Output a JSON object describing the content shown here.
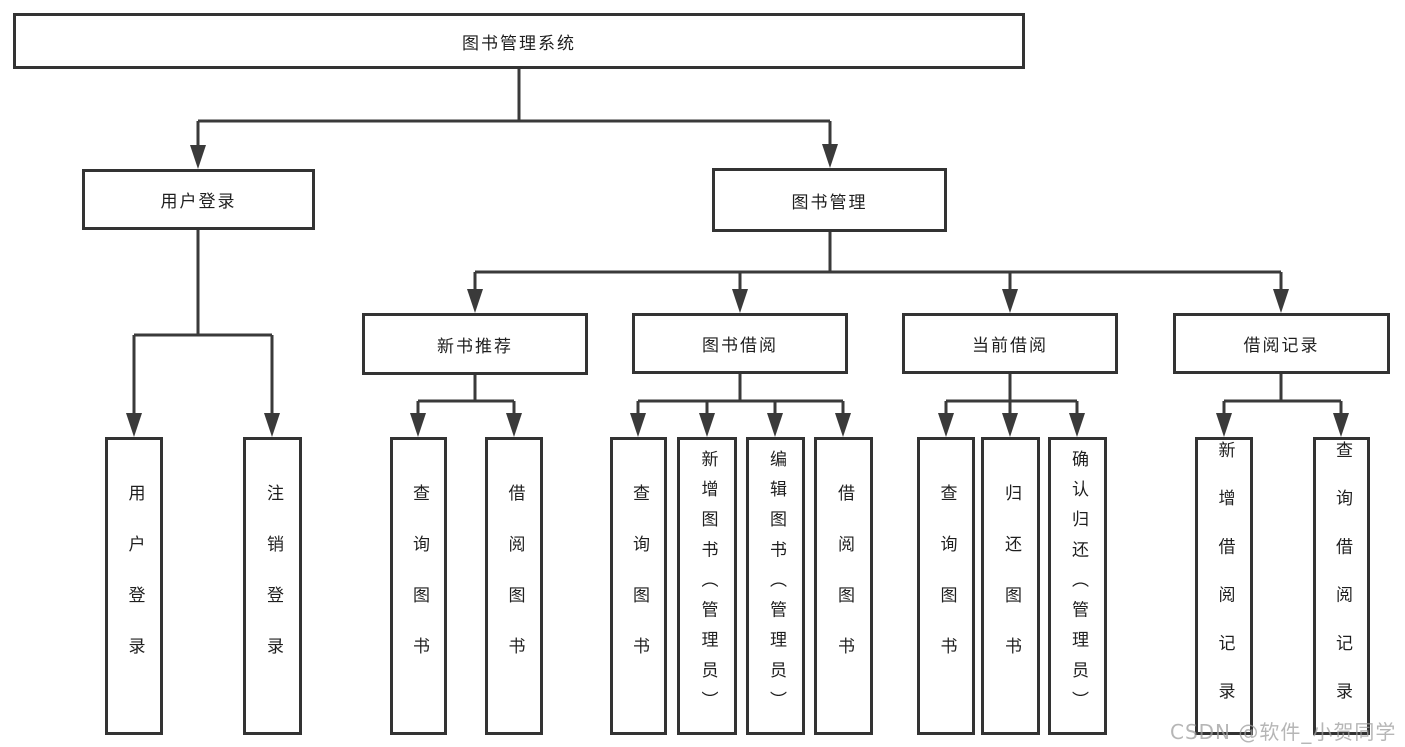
{
  "diagram": {
    "colors": {
      "line": "#3a3a3a",
      "box_border": "#333333",
      "text": "#1f1f1f",
      "watermark_text": "#9e9e9e",
      "background": "#ffffff"
    },
    "tree": {
      "root": {
        "label": "图书管理系统"
      },
      "branches": [
        {
          "label": "用户登录",
          "leaves": [
            {
              "label": "用户登录"
            },
            {
              "label": "注销登录"
            }
          ]
        },
        {
          "label": "图书管理",
          "groups": [
            {
              "label": "新书推荐",
              "leaves": [
                {
                  "label": "查询图书"
                },
                {
                  "label": "借阅图书"
                }
              ]
            },
            {
              "label": "图书借阅",
              "leaves": [
                {
                  "label": "查询图书"
                },
                {
                  "label": "新增图书（管理员）"
                },
                {
                  "label": "编辑图书（管理员）"
                },
                {
                  "label": "借阅图书"
                }
              ]
            },
            {
              "label": "当前借阅",
              "leaves": [
                {
                  "label": "查询图书"
                },
                {
                  "label": "归还图书"
                },
                {
                  "label": "确认归还（管理员）"
                }
              ]
            },
            {
              "label": "借阅记录",
              "leaves": [
                {
                  "label": "新增借阅记录"
                },
                {
                  "label": "查询借阅记录"
                }
              ]
            }
          ]
        }
      ]
    },
    "watermark": {
      "text": "CSDN @软件_小贺同学"
    }
  }
}
